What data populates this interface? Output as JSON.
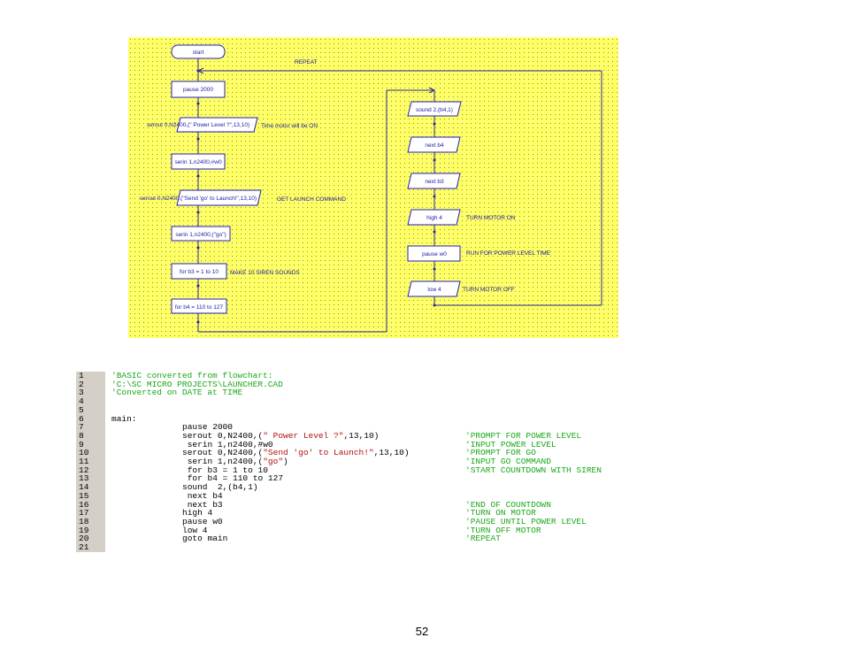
{
  "flowchart": {
    "nodes": {
      "start": "start",
      "pause": "pause 2000",
      "serout1": "serout 0,N2400,(\" Power Level ?\",13,10)",
      "serin1": "serin 1,n2400,#w0",
      "serout2": "serout 0,N2400,(\"Send 'go' to Launch!\",13,10)",
      "serin2": "serin 1,n2400,(\"go\")",
      "for_b3": "for b3 = 1 to 10",
      "for_b4": "for b4 = 110 to 127",
      "sound": "sound  2,(b4,1)",
      "next_b4": "next b4",
      "next_b3": "next b3",
      "high": "high 4",
      "pause_w0": "pause w0",
      "low": "low 4"
    },
    "comments": {
      "repeat": "REPEAT",
      "time_motor": "Time motor will be ON",
      "get_launch": "GET LAUNCH COMMAND",
      "siren": "MAKE 10 SIREN SOUNDS",
      "turn_on": "TURN MOTOR ON",
      "run_time": "RUN FOR POWER LEVEL TIME",
      "turn_off": "TURN MOTOR OFF"
    }
  },
  "code": {
    "lines": [
      {
        "n": "1",
        "text": "'BASIC converted from flowchart:",
        "comment": ""
      },
      {
        "n": "2",
        "text": "'C:\\SC MICRO PROJECTS\\LAUNCHER.CAD",
        "comment": ""
      },
      {
        "n": "3",
        "text": "'Converted on DATE at TIME",
        "comment": ""
      },
      {
        "n": "4",
        "text": "",
        "comment": ""
      },
      {
        "n": "5",
        "text": "",
        "comment": ""
      },
      {
        "n": "6",
        "text": "main:",
        "comment": ""
      },
      {
        "n": "7",
        "text": "pause 2000",
        "comment": ""
      },
      {
        "n": "8",
        "text": "serout 0,N2400,(\" Power Level ?\",13,10)",
        "comment": "'PROMPT FOR POWER LEVEL"
      },
      {
        "n": "9",
        "text": " serin 1,n2400,#w0",
        "comment": "'INPUT POWER LEVEL"
      },
      {
        "n": "10",
        "text": "serout 0,N2400,(\"Send 'go' to Launch!\",13,10)",
        "comment": "'PROMPT FOR GO"
      },
      {
        "n": "11",
        "text": " serin 1,n2400,(\"go\")",
        "comment": "'INPUT GO COMMAND"
      },
      {
        "n": "12",
        "text": " for b3 = 1 to 10",
        "comment": "'START COUNTDOWN WITH SIREN"
      },
      {
        "n": "13",
        "text": " for b4 = 110 to 127",
        "comment": ""
      },
      {
        "n": "14",
        "text": "sound  2,(b4,1)",
        "comment": ""
      },
      {
        "n": "15",
        "text": " next b4",
        "comment": ""
      },
      {
        "n": "16",
        "text": " next b3",
        "comment": "'END OF COUNTDOWN"
      },
      {
        "n": "17",
        "text": "high 4",
        "comment": "'TURN ON MOTOR"
      },
      {
        "n": "18",
        "text": "pause w0",
        "comment": "'PAUSE UNTIL POWER LEVEL"
      },
      {
        "n": "19",
        "text": "low 4",
        "comment": "'TURN OFF MOTOR"
      },
      {
        "n": "20",
        "text": "goto main",
        "comment": "'REPEAT"
      },
      {
        "n": "21",
        "text": "",
        "comment": ""
      }
    ]
  },
  "page_number": "52",
  "colors": {
    "canvas": "#ffff66",
    "box_border": "#2020c0",
    "text_blue": "#1a1aa8",
    "comment_green": "#1aa81a",
    "string_red": "#b01010"
  }
}
